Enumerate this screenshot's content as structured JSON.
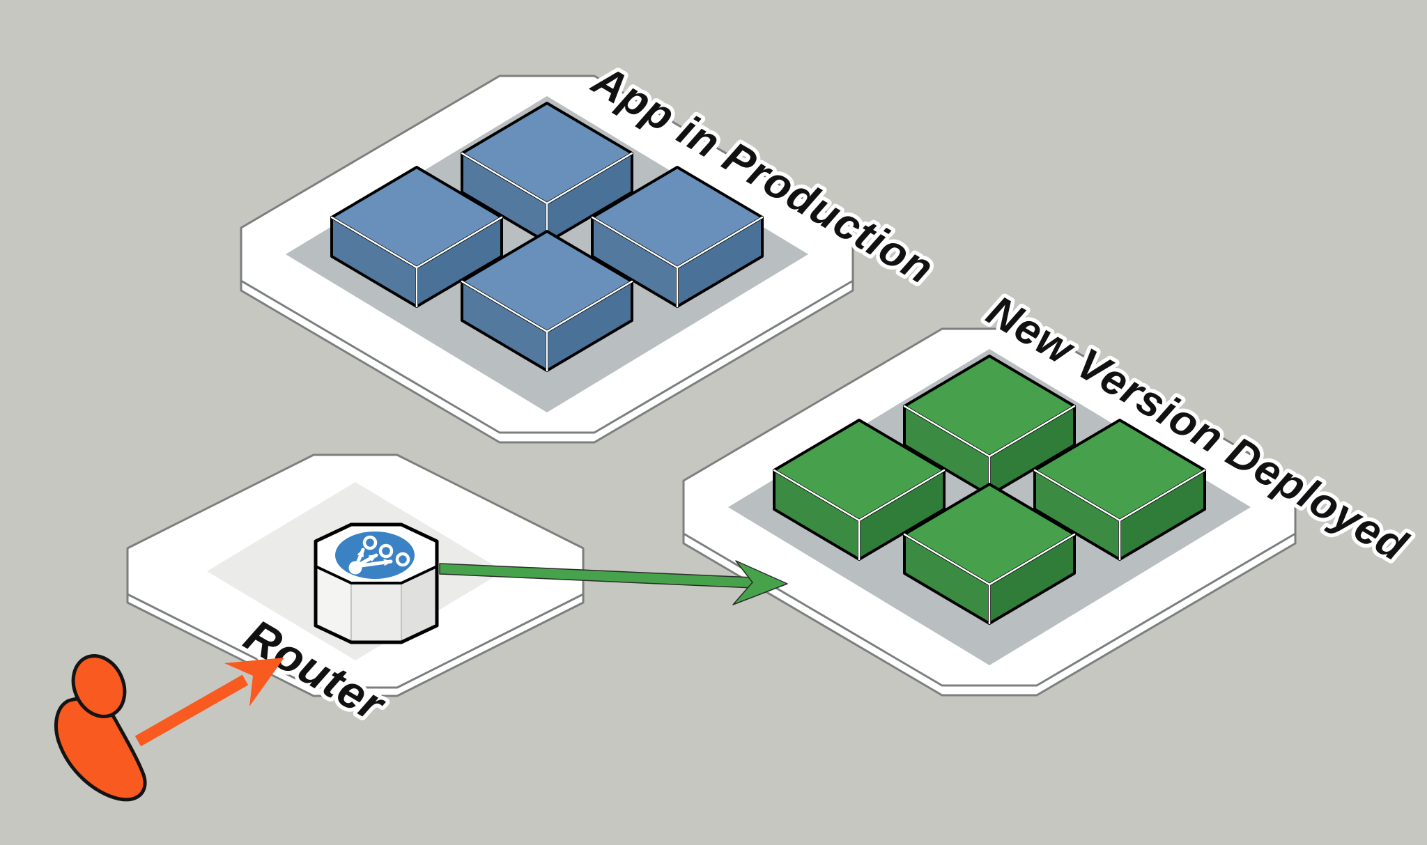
{
  "diagram_type": "isometric blue-green deployment diagram",
  "colors": {
    "background": "#c6c7c1",
    "platform_face": "#ffffff",
    "platform_edge": "#7b7f7e",
    "platform_inset": "#b9bec0",
    "router_inset": "#ebebe9"
  },
  "platforms": [
    {
      "id": "app-in-production",
      "label": "App in Production",
      "node_count": 4,
      "cube_colors": {
        "top": "#6890ba",
        "left": "#54799f",
        "right": "#4a7299"
      }
    },
    {
      "id": "new-version-deployed",
      "label": "New Version Deployed",
      "node_count": 4,
      "cube_colors": {
        "top": "#47a14c",
        "left": "#3b8c42",
        "right": "#2f7d38"
      }
    },
    {
      "id": "router",
      "label": "Router",
      "icon": "traffic-split-icon",
      "icon_circle_color": "#3b82c4",
      "icon_glyph_color": "#ffffff"
    }
  ],
  "actors": [
    {
      "id": "user",
      "icon": "person-icon",
      "color": "#f85a1f"
    }
  ],
  "arrows": [
    {
      "id": "user-to-router",
      "from": "user",
      "to": "router",
      "color": "#f85a1f"
    },
    {
      "id": "router-to-new-version",
      "from": "router",
      "to": "new-version-deployed",
      "color": "#46a34c"
    }
  ]
}
